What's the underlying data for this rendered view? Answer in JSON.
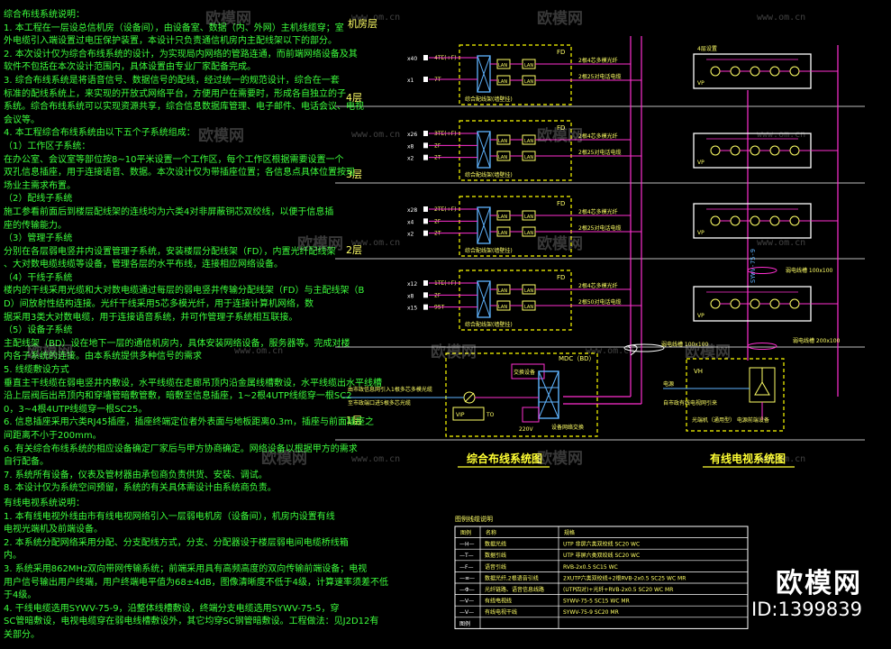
{
  "notes": {
    "title": "综合布线系统说明：",
    "lines": [
      "1. 本工程在一层设总信机房（设备间），由设备室、数据（内、外网）主机线缆穿；室",
      "外电缆引入端设置过电压保护装置，本设计只负责通信机房内主配线架以下的部分。",
      "2. 本次设计仅为综合布线系统的设计，为实现局内网络的管路连通，而前端网络设备及其",
      "软件不包括在本次设计范围内，具体设置由专业厂家配备完成。",
      "3. 综合布线系统是将语音信号、数据信号的配线，经过统一的规范设计，综合在一套",
      "标准的配线系统上，来实现的开放式网络平台，方便用户在需要时，形成各自独立的子",
      "系统。综合布线系统可以实现资源共享，综合信息数据库管理、电子邮件、电话会议、电视",
      "会议等。",
      "4. 本工程综合布线系统由以下五个子系统组成：",
      "（1）工作区子系统：",
      "在办公室、会议室等部位按8~10平米设置一个工作区，每个工作区根据需要设置一个",
      "双孔信息插座，用于连接语音、数据。本次设计仅为带插座位置；各信息点具体位置按现",
      "场业主需求布置。",
      "（2）配线子系统",
      "  施工参看前面后到楼层配线架的连线均为六类4对非屏蔽铜芯双绞线，以便于信息插",
      "座的传输能力。",
      "（3）管理子系统",
      "分别在各层弱电竖井内设置管理子系统，安装楼层分配线架（FD），内置光纤配线架",
      "、大对数电缆线缆等设备，管理各层的水平布线，连接相应网络设备。",
      "（4）干线子系统",
      "楼内的干线采用光缆和大对数电缆通过每层的弱电竖井传输分配线架（FD）与主配线架（B",
      "D）间放射性结构连接。光纤干线采用5芯多模光纤，用于连接计算机网络，数",
      "据采用3类大对数电缆，用于连接语音系统，并可作管理子系统相互联接。",
      "（5）设备子系统",
      "主配线架（BD）设在地下一层的通信机房内，具体安装网络设备，服务器等。完成对楼",
      "内各子系统的连接。由本系统提供多种信号的需求",
      "5. 线缆敷设方式",
      "  垂直主干线缆在弱电竖井内敷设，水平线缆在走廊吊顶内沿金属线槽敷设，水平线缆出水平线槽",
      "沿上层阀后出吊顶内和穿墙管暗敷管敷，暗敷至信息插座，1~2根4UTP线缆穿一根SC2",
      "0，3~4根4UTP线缆穿一根SC25。",
      "6. 信息插座采用六类RJ45插座，插座终端定位者外表面与地板距离0.3m，插座与前面插座之",
      "间距离不小于200mm。",
      "6. 有关综合布线系统的相应设备确定厂家后与甲方协商确定。网络设备以根据甲方的需求",
      "自行配备。",
      "7. 系统所有设备，仪表及管材器由承包商负责供货、安装、调试。",
      "8. 本设计仅为系统空间预留，系统的有关具体需设计由系统商负责。"
    ],
    "catv_title": "有线电视系统说明：",
    "catv_lines": [
      "1. 本有线电视外线由市有线电视网络引入一层弱电机房（设备间），机房内设置有线",
      "电视光端机及前端设备。",
      "2. 本系统分配网络采用分配、分支配线方式，分支、分配器设于楼层弱电间电缆桥线箱",
      "内。",
      "3. 系统采用862MHz双向带网传输系统；前端采用具有高频高度的双向传输前端设备；电视",
      "用户信号输出用户终端，用户终端电平值为68±4dB，图像清晰度不低于4级，计算速率须差不低",
      "于4级。",
      "4. 干线电缆选用SYWV-75-9，沿整体线槽敷设，终端分支电缆选用SYWV-75-5，穿",
      "SC管暗敷设，电视电缆穿在弱电线槽敷设外，其它均穿SC钢管暗敷设。工程做法：见J2D12有",
      "关部分。"
    ]
  },
  "diagram": {
    "machine_room_label": "机房层",
    "floors": [
      "4层",
      "3层",
      "2层",
      "1层"
    ],
    "fd_label": "FD",
    "lan_label": "LAN",
    "mdc_label": "MDC（BD）",
    "fd_boxes": [
      {
        "counts": [
          "x40",
          "x1"
        ],
        "ports": [
          "4TE(+F)",
          "7T"
        ],
        "right_top": "2根4芯多模光纤",
        "right_bottom": "2根25对电话电缆",
        "footer": "综合配线架(墙壁挂)"
      },
      {
        "counts": [
          "x26",
          "x8",
          "x2"
        ],
        "ports": [
          "3TE(+F)",
          "2F",
          "2T"
        ],
        "right_top": "2根4芯多模光纤",
        "right_bottom": "2根25对电话电缆",
        "footer": "综合配线架(墙壁挂)"
      },
      {
        "counts": [
          "x28",
          "x4",
          "x2"
        ],
        "ports": [
          "2TE(+F)",
          "2F",
          "2T"
        ],
        "right_top": "2根4芯多模光纤",
        "right_bottom": "2根25对电话电缆",
        "footer": "综合配线架(墙壁挂)"
      },
      {
        "counts": [
          "x12",
          "x8",
          "x15"
        ],
        "ports": [
          "1TE(+F)",
          "2F",
          "95T"
        ],
        "right_top": "2根4芯多模光纤",
        "right_bottom": "2根50对电话电缆",
        "footer": "综合配线架(墙壁挂)"
      }
    ],
    "bd": {
      "switch_label": "交换设备",
      "ups_label": "220V",
      "ac_label": "设备网络交换",
      "incoming": "由市政信息网引入1根多芯多模光缆",
      "incoming2": "至市政端口进5根多芯光缆",
      "bottom_left": "VIP",
      "bottom_text": "TO"
    },
    "catv": {
      "panel_left": "VP",
      "panel_top_label": "4层设置",
      "trunk_label": "SYWV-75-9",
      "cable_label": "弱电线槽  100x100",
      "cable_label2": "弱电线槽  100x100",
      "cable_label3": "弱电线槽  200x100",
      "vh_label": "VH",
      "incoming_label": "自市政有线电视网引来",
      "front_label": "电源",
      "bottom_note": "光端机（通用型） 电源前端设备"
    },
    "titles": {
      "cabling": "综合布线系统图",
      "catv": "有线电视系统图"
    }
  },
  "legend": {
    "title": "图例线缆说明",
    "headers": [
      "图例",
      "名称",
      "规格"
    ],
    "rows": [
      [
        "—H—",
        "数据光线",
        "UTP  非屏六类双绞线  SC20  WC"
      ],
      [
        "—T—",
        "数据引线",
        "UTP  非屏六类双绞线  SC20  WC"
      ],
      [
        "—F—",
        "语音引线",
        "RVB-2x0.5  SC15  WC"
      ],
      [
        "—≡—",
        "数据光纤,2根语音引线",
        "2XUTP六类双绞线+2根RVB-2x0.5  SC25  WC  MR"
      ],
      [
        "—Φ—",
        "光纤链路、语音信息线路",
        "(UTP四对)+光纤+RVB-2x0.5  SC20  WC  MR"
      ],
      [
        "—V—",
        "有线电视线",
        "SYWV-75-5  SC15  WC  MR"
      ],
      [
        "—V—",
        "有线电视干线",
        "SYWV-75-9  SC20  MR"
      ],
      [
        "图例",
        "",
        ""
      ]
    ]
  },
  "watermark": {
    "text": "欧模网",
    "url": "www.om.cn",
    "brand": "欧模网",
    "id": "ID:1399839"
  },
  "colors": {
    "note_text": "#3cff3c",
    "fd_box": "#ffff00",
    "cable": "#ff2fd0",
    "catv_panel": "#ffffff",
    "background": "#000000"
  }
}
